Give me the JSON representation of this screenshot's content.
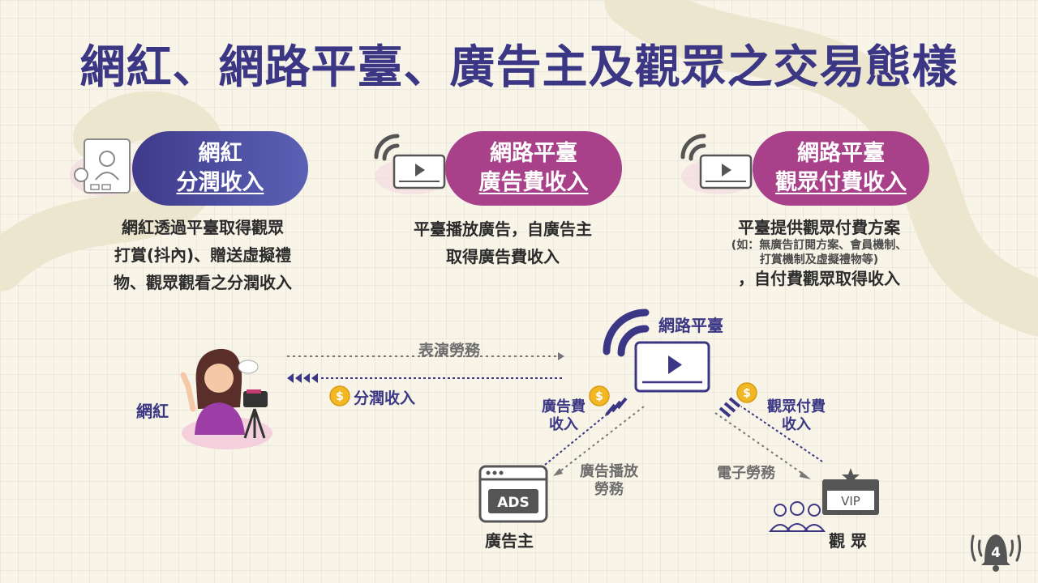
{
  "title": "網紅、網路平臺、廣告主及觀眾之交易態樣",
  "cards": [
    {
      "line1": "網紅",
      "line2": "分潤收入",
      "desc": [
        "網紅透過平臺取得觀眾",
        "打賞(抖內)、贈送虛擬禮",
        "物、觀眾觀看之分潤收入"
      ]
    },
    {
      "line1": "網路平臺",
      "line2": "廣告費收入",
      "desc": [
        "平臺播放廣告，自廣告主",
        "取得廣告費收入"
      ]
    },
    {
      "line1": "網路平臺",
      "line2": "觀眾付費收入",
      "desc_top": "平臺提供觀眾付費方案",
      "note": [
        "(如：無廣告訂閱方案、會員機制、",
        "打賞機制及虛擬禮物等)"
      ],
      "desc_bottom": "，自付費觀眾取得收入"
    }
  ],
  "diagram": {
    "platform": "網路平臺",
    "influencer": "網紅",
    "advertiser": "廣告主",
    "audience": "觀 眾",
    "performance_service": "表演勞務",
    "revenue_share": "分潤收入",
    "ad_fee": [
      "廣告費",
      "收入"
    ],
    "ad_service": [
      "廣告播放",
      "勞務"
    ],
    "audience_fee": [
      "觀眾付費",
      "收入"
    ],
    "e_service": "電子勞務",
    "ads_label": "ADS",
    "vip_label": "VIP"
  },
  "page_number": "4",
  "colors": {
    "navy": "#3b3785",
    "magenta": "#a9418a",
    "purple": "#8b3fa0",
    "coin": "#f2b824"
  }
}
